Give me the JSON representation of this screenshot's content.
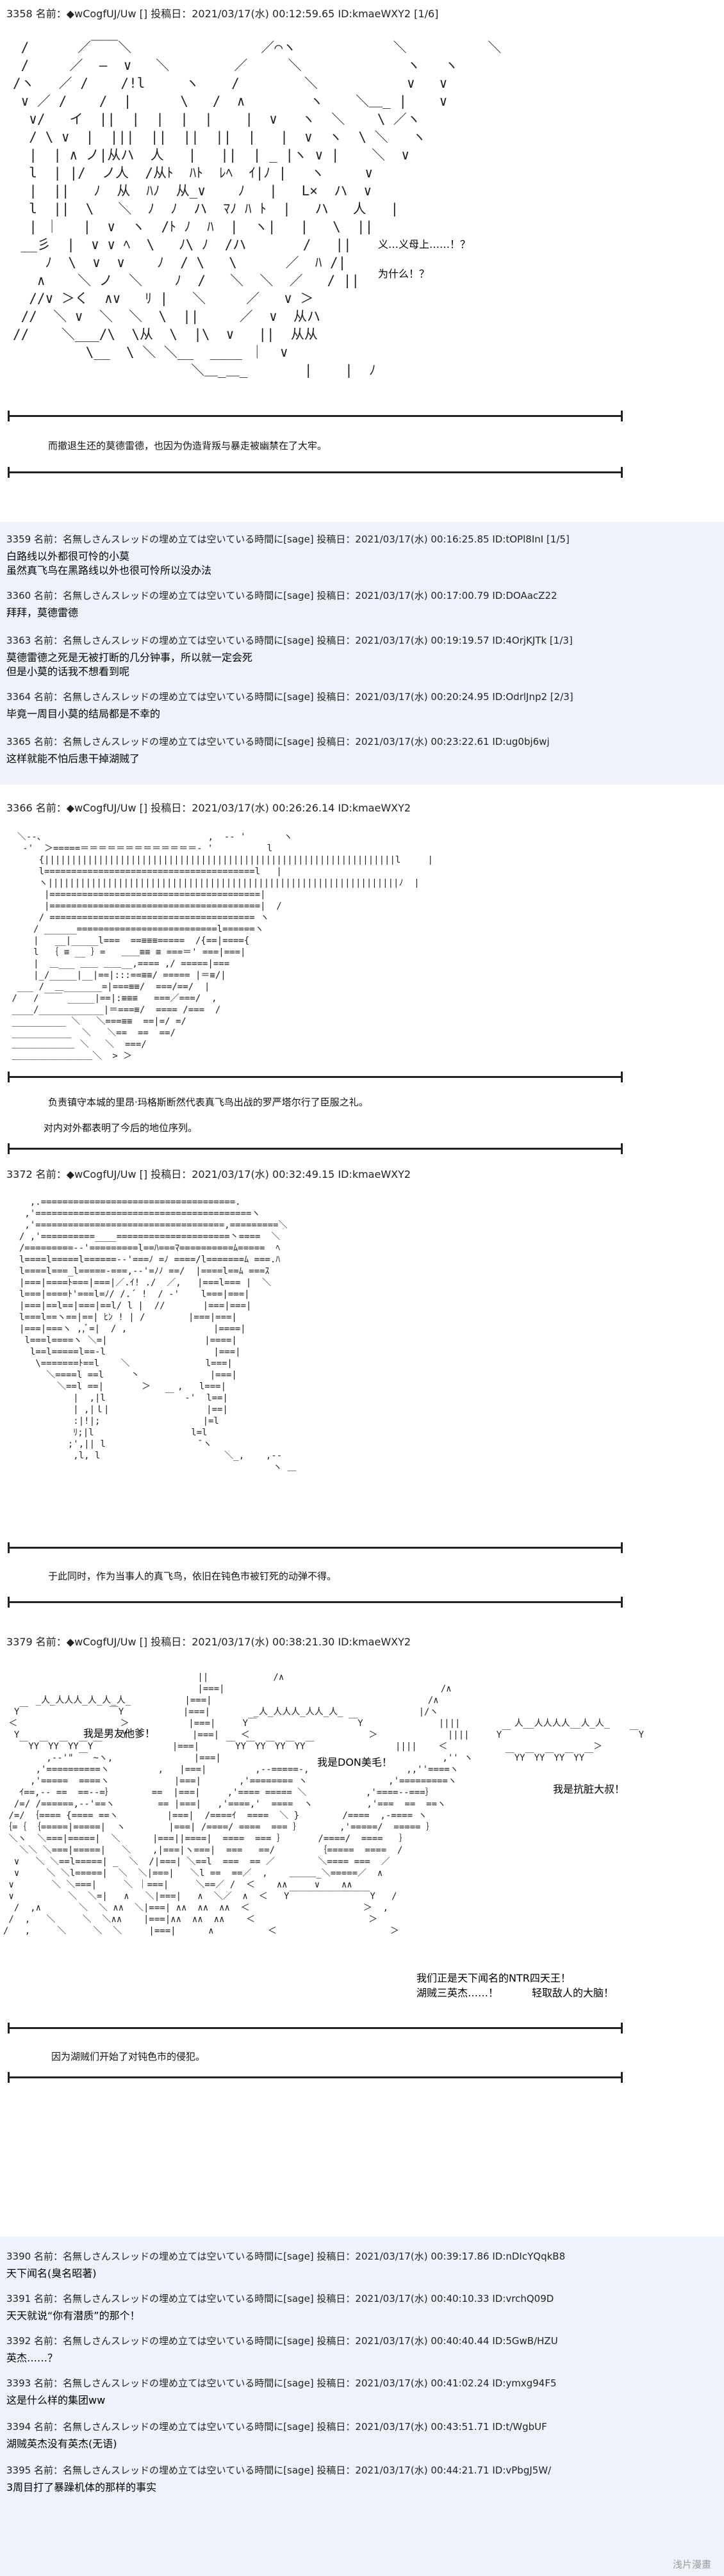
{
  "post1": {
    "header": "3358 名前：◆wCogfUJ/Uw [] 投稿日：2021/03/17(水) 00:12:59.65 ID:kmaeWXY2 [1/6]",
    "speech1": "义…义母上……！？",
    "speech2": "为什么！？",
    "caption": "而撤退生还的莫德雷德，也因为伪造背叛与暴走被幽禁在了大牢。"
  },
  "replies1": [
    {
      "header": "3359 名前：名無しさんスレッドの埋め立ては空いている時間に[sage] 投稿日：2021/03/17(水) 00:16:25.85 ID:tOPl8InI [1/5]",
      "lines": [
        "白路线以外都很可怜的小莫",
        "虽然真飞鸟在黑路线以外也很可怜所以没办法"
      ]
    },
    {
      "header": "3360 名前：名無しさんスレッドの埋め立ては空いている時間に[sage] 投稿日：2021/03/17(水) 00:17:00.79 ID:DOAacZ22",
      "lines": [
        "拜拜，莫德雷德"
      ]
    },
    {
      "header": "3363 名前：名無しさんスレッドの埋め立ては空いている時間に[sage] 投稿日：2021/03/17(水) 00:19:19.57 ID:4OrjKJTk [1/3]",
      "lines": [
        "莫德雷德之死是无被打断的几分钟事，所以就一定会死",
        "但是小莫的话我不想看到呢"
      ]
    },
    {
      "header": "3364 名前：名無しさんスレッドの埋め立ては空いている時間に[sage] 投稿日：2021/03/17(水) 00:20:24.95 ID:OdrlJnp2 [2/3]",
      "lines": [
        "毕竟一周目小莫的结局都是不幸的"
      ]
    },
    {
      "header": "3365 名前：名無しさんスレッドの埋め立ては空いている時間に[sage] 投稿日：2021/03/17(水) 00:23:22.61 ID:ug0bj6wj",
      "lines": [
        "这样就能不怕后患干掉湖贼了"
      ]
    }
  ],
  "post2": {
    "header": "3366 名前：◆wCogfUJ/Uw [] 投稿日：2021/03/17(水) 00:26:26.14 ID:kmaeWXY2",
    "caption1": "负责镇守本城的里昂·玛格斯断然代表真飞鸟出战的罗严塔尔行了臣服之礼。",
    "caption2": "对内对外都表明了今后的地位序列。"
  },
  "post3": {
    "header": "3372 名前：◆wCogfUJ/Uw [] 投稿日：2021/03/17(水) 00:32:49.15 ID:kmaeWXY2",
    "caption": "于此同时，作为当事人的真飞鸟，依旧在钝色市被钉死的动弹不得。"
  },
  "post4": {
    "header": "3379 名前：◆wCogfUJ/Uw [] 投稿日：2021/03/17(水) 00:38:21.30 ID:kmaeWXY2",
    "bubble1": "我是男友他爹！",
    "bubble2": "我是DON美毛！",
    "bubble3": "我是抗脏大叔！",
    "bubble4": "我们正是天下闻名的NTR四天王！",
    "bubble5": "湖贼三英杰……！",
    "bubble6": "轻取敌人的大脑！",
    "caption": "因为湖贼们开始了对钝色市的侵犯。"
  },
  "replies2": [
    {
      "header": "3390 名前：名無しさんスレッドの埋め立ては空いている時間に[sage] 投稿日：2021/03/17(水) 00:39:17.86 ID:nDIcYQqkB8",
      "lines": [
        "天下闻名(臭名昭著)"
      ]
    },
    {
      "header": "3391 名前：名無しさんスレッドの埋め立ては空いている時間に[sage] 投稿日：2021/03/17(水) 00:40:10.33 ID:vrchQ09D",
      "lines": [
        "天天就说“你有潜质”的那个！"
      ]
    },
    {
      "header": "3392 名前：名無しさんスレッドの埋め立ては空いている時間に[sage] 投稿日：2021/03/17(水) 00:40:40.44 ID:5GwB/HZU",
      "lines": [
        "英杰……？"
      ]
    },
    {
      "header": "3393 名前：名無しさんスレッドの埋め立ては空いている時間に[sage] 投稿日：2021/03/17(水) 00:41:02.24 ID:ymxg94F5",
      "lines": [
        "这是什么样的集团ww"
      ]
    },
    {
      "header": "3394 名前：名無しさんスレッドの埋め立ては空いている時間に[sage] 投稿日：2021/03/17(水) 00:43:51.71 ID:t/WgbUF",
      "lines": [
        "湖贼英杰没有英杰(无语)"
      ]
    },
    {
      "header": "3395 名前：名無しさんスレッドの埋め立ては空いている時間に[sage] 投稿日：2021/03/17(水) 00:44:21.71 ID:vPbgJ5W/",
      "lines": [
        "3周目打了暴躁机体的那样的事实"
      ]
    }
  ],
  "watermark": "浅片漫畫"
}
